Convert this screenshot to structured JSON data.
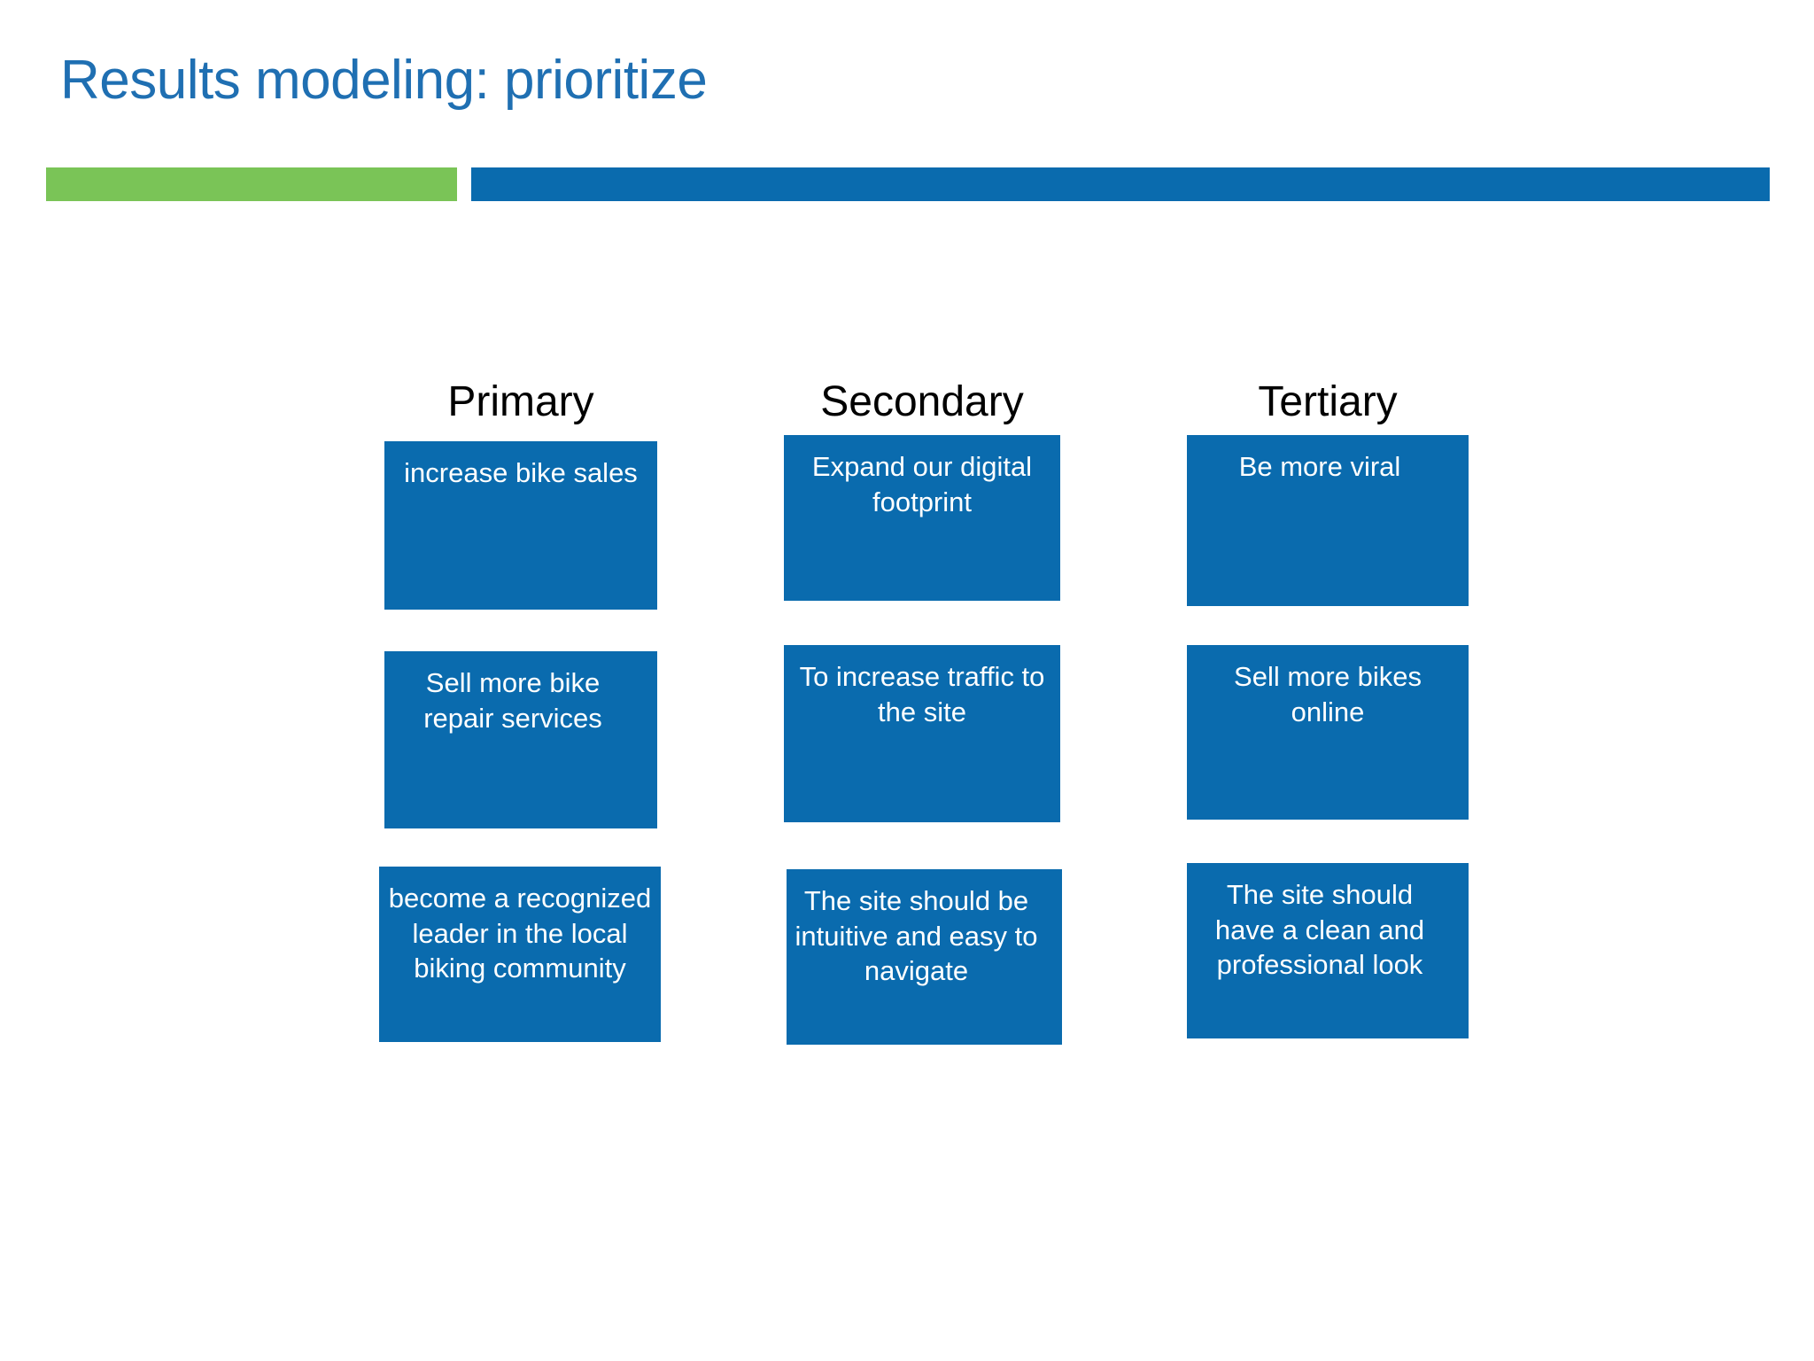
{
  "slide": {
    "title": "Results modeling: prioritize",
    "accent_green": "#7AC457",
    "accent_blue": "#0A6BAE",
    "title_color": "#1F6FB2",
    "background": "#FFFFFF"
  },
  "matrix": {
    "columns": [
      {
        "header": "Primary",
        "cells": [
          {
            "text": "increase bike sales"
          },
          {
            "text": "Sell more bike repair services"
          },
          {
            "text": "become a recognized leader in the local biking community"
          }
        ]
      },
      {
        "header": "Secondary",
        "cells": [
          {
            "text": "Expand our digital footprint"
          },
          {
            "text": "To increase traffic to the site"
          },
          {
            "text": "The site should be intuitive and easy to navigate"
          }
        ]
      },
      {
        "header": "Tertiary",
        "cells": [
          {
            "text": "Be more viral"
          },
          {
            "text": "Sell more bikes online"
          },
          {
            "text": "The site should have a clean and professional look"
          }
        ]
      }
    ]
  }
}
